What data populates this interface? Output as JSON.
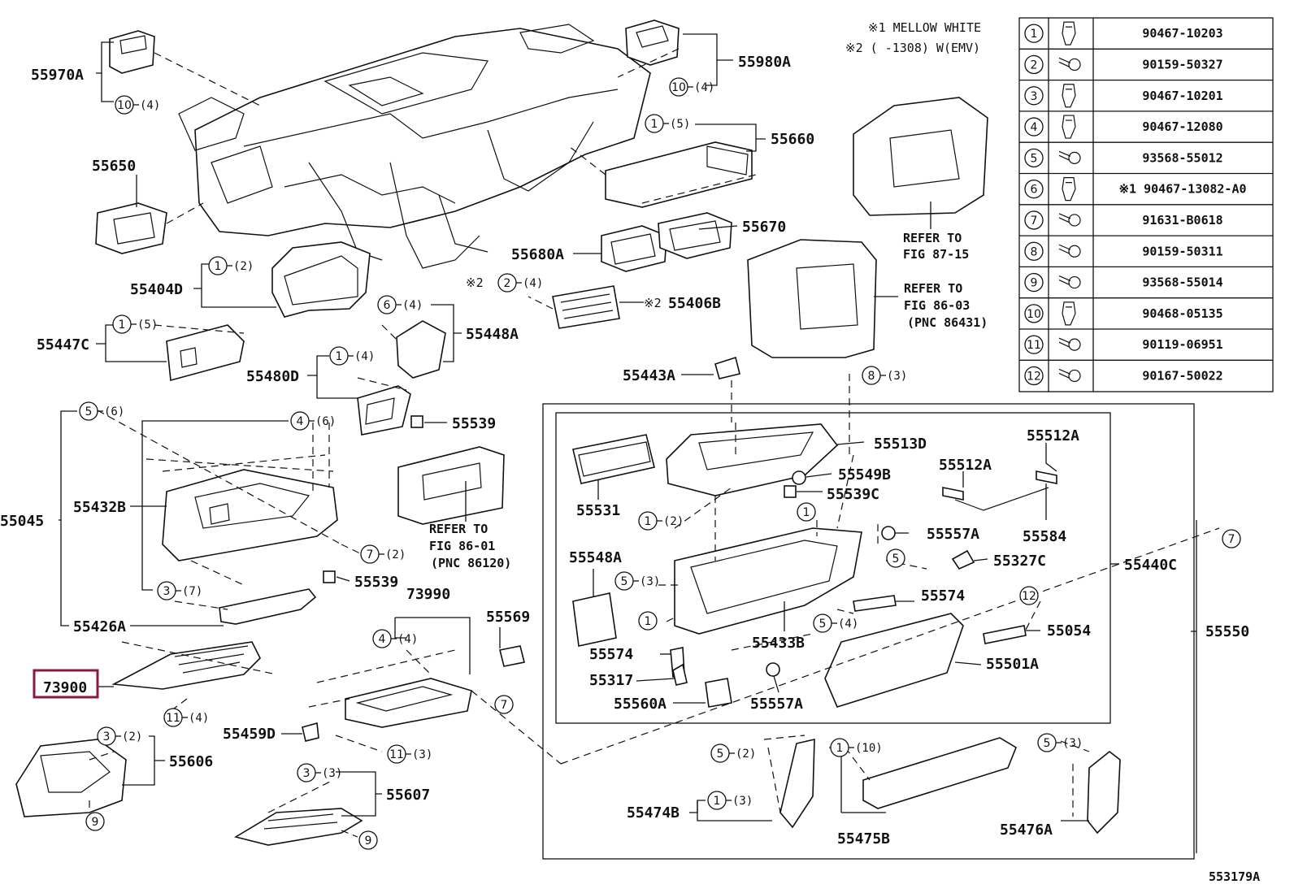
{
  "notes": {
    "note1": "※1 MELLOW WHITE",
    "note2": "※2 (    -1308) W(EMV)"
  },
  "fastener_table": [
    {
      "no": "1",
      "icon": "clip-icon",
      "part": "90467-10203"
    },
    {
      "no": "2",
      "icon": "screw-icon",
      "part": "90159-50327"
    },
    {
      "no": "3",
      "icon": "clip-icon",
      "part": "90467-10201"
    },
    {
      "no": "4",
      "icon": "clip-icon",
      "part": "90467-12080"
    },
    {
      "no": "5",
      "icon": "screw-icon",
      "part": "93568-55012"
    },
    {
      "no": "6",
      "icon": "clip-icon",
      "part": "※1 90467-13082-A0"
    },
    {
      "no": "7",
      "icon": "screw-icon",
      "part": "91631-B0618"
    },
    {
      "no": "8",
      "icon": "screw-icon",
      "part": "90159-50311"
    },
    {
      "no": "9",
      "icon": "screw-icon",
      "part": "93568-55014"
    },
    {
      "no": "10",
      "icon": "clip-icon",
      "part": "90468-05135"
    },
    {
      "no": "11",
      "icon": "screw-icon",
      "part": "90119-06951"
    },
    {
      "no": "12",
      "icon": "screw-icon",
      "part": "90167-50022"
    }
  ],
  "labels": {
    "p55970A": "55970A",
    "p55980A": "55980A",
    "p55650": "55650",
    "p55660": "55660",
    "p55670": "55670",
    "p55680A": "55680A",
    "p55404D": "55404D",
    "p55406B": "55406B",
    "p55447C": "55447C",
    "p55448A": "55448A",
    "p55480D": "55480D",
    "p55539a": "55539",
    "p55539b": "55539",
    "p55045": "55045",
    "p55432B": "55432B",
    "p55426A": "55426A",
    "p73900": "73900",
    "p73990": "73990",
    "p55569": "55569",
    "p55459D": "55459D",
    "p55606": "55606",
    "p55607": "55607",
    "p55443A": "55443A",
    "p55513D": "55513D",
    "p55512A_1": "55512A",
    "p55512A_2": "55512A",
    "p55531": "55531",
    "p55549B": "55549B",
    "p55539C": "55539C",
    "p55557A_1": "55557A",
    "p55584": "55584",
    "p55548A": "55548A",
    "p55327C": "55327C",
    "p55440C": "55440C",
    "p55574_1": "55574",
    "p55054": "55054",
    "p55433B": "55433B",
    "p55550": "55550",
    "p55574_2": "55574",
    "p55317": "55317",
    "p55501A": "55501A",
    "p55560A": "55560A",
    "p55557A_2": "55557A",
    "p55474B": "55474B",
    "p55475B": "55475B",
    "p55476A": "55476A",
    "ref_label": "REFER TO",
    "fig87_15": "FIG 87-15",
    "fig86_03": "FIG 86-03",
    "pnc86431": "(PNC 86431)",
    "fig86_01": "FIG 86-01",
    "pnc86120": "(PNC 86120)",
    "diagram_id": "553179A"
  },
  "callouts": [
    {
      "id": "c10a",
      "n": "10",
      "q": "(4)"
    },
    {
      "id": "c10b",
      "n": "10",
      "q": "(4)"
    },
    {
      "id": "c1_5a",
      "n": "1",
      "q": "(5)"
    },
    {
      "id": "c1_2a",
      "n": "1",
      "q": "(2)"
    },
    {
      "id": "c2_4",
      "n": "2",
      "q": "(4)"
    },
    {
      "id": "c1_5b",
      "n": "1",
      "q": "(5)"
    },
    {
      "id": "c6_4",
      "n": "6",
      "q": "(4)"
    },
    {
      "id": "c1_4",
      "n": "1",
      "q": "(4)"
    },
    {
      "id": "c8_3",
      "n": "8",
      "q": "(3)"
    },
    {
      "id": "c5_6",
      "n": "5",
      "q": "(6)"
    },
    {
      "id": "c4_6",
      "n": "4",
      "q": "(6)"
    },
    {
      "id": "c7_2",
      "n": "7",
      "q": "(2)"
    },
    {
      "id": "c3_7",
      "n": "3",
      "q": "(7)"
    },
    {
      "id": "c11_4",
      "n": "11",
      "q": "(4)"
    },
    {
      "id": "c4_4",
      "n": "4",
      "q": "(4)"
    },
    {
      "id": "c11_3",
      "n": "11",
      "q": "(3)"
    },
    {
      "id": "c3_2",
      "n": "3",
      "q": "(2)"
    },
    {
      "id": "c3_3",
      "n": "3",
      "q": "(3)"
    },
    {
      "id": "c1_2b",
      "n": "1",
      "q": "(2)"
    },
    {
      "id": "c5_3a",
      "n": "5",
      "q": "(3)"
    },
    {
      "id": "c5_4",
      "n": "5",
      "q": "(4)"
    },
    {
      "id": "c5_2",
      "n": "5",
      "q": "(2)"
    },
    {
      "id": "c1_3",
      "n": "1",
      "q": "(3)"
    },
    {
      "id": "c1_10",
      "n": "1",
      "q": "(10)"
    },
    {
      "id": "c5_3b",
      "n": "5",
      "q": "(3)"
    },
    {
      "id": "s1a",
      "n": "1",
      "q": ""
    },
    {
      "id": "s1b",
      "n": "1",
      "q": ""
    },
    {
      "id": "s5",
      "n": "5",
      "q": ""
    },
    {
      "id": "s12",
      "n": "12",
      "q": ""
    },
    {
      "id": "s7a",
      "n": "7",
      "q": ""
    },
    {
      "id": "s7b",
      "n": "7",
      "q": ""
    },
    {
      "id": "s9a",
      "n": "9",
      "q": ""
    },
    {
      "id": "s9b",
      "n": "9",
      "q": ""
    }
  ],
  "marks": {
    "star2a": "※2",
    "star2b": "※2"
  },
  "highlight_color": "#8b1a3a"
}
